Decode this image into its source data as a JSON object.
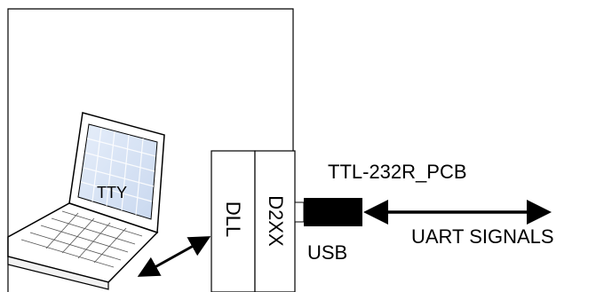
{
  "labels": {
    "screen": "TTY",
    "dll": "DLL",
    "d2xx": "D2XX",
    "cable": "TTL-232R_PCB",
    "connector": "USB",
    "signals": "UART SIGNALS"
  },
  "colors": {
    "line": "#000000",
    "background": "#ffffff",
    "screen_fill": "#d9e4f5",
    "screen_grid": "#ffffff",
    "laptop_body": "#ffffff",
    "connector_fill": "#000000"
  },
  "icons": {
    "computer": "laptop-icon"
  }
}
